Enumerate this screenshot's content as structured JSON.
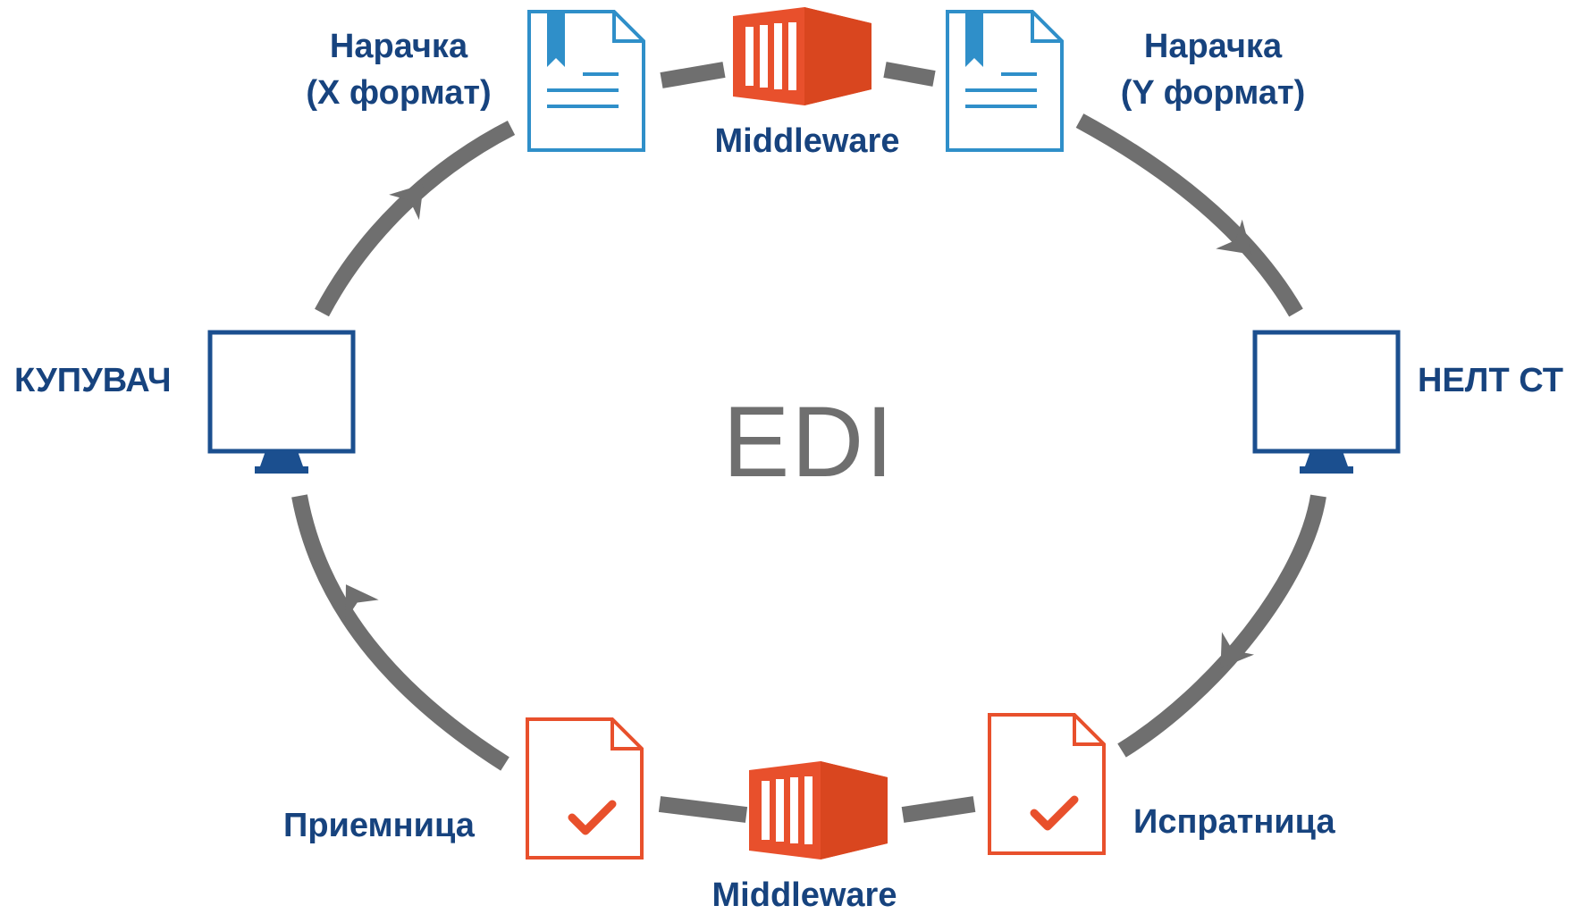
{
  "center_text": "EDI",
  "parties": {
    "buyer": "КУПУВАЧ",
    "seller": "НЕЛТ СТ"
  },
  "documents": {
    "order_x": {
      "line1": "Нарачка",
      "line2": "(X формат)"
    },
    "order_y": {
      "line1": "Нарачка",
      "line2": "(Y формат)"
    },
    "receipt": "Приемница",
    "dispatch": "Испратница"
  },
  "middleware": {
    "top": "Middleware",
    "bottom": "Middleware"
  },
  "colors": {
    "text_blue": "#17437e",
    "doc_blue": "#2f8fc9",
    "monitor_blue": "#1b4f8f",
    "middleware_red": "#e8502c",
    "doc_red": "#e8502c",
    "arrow_gray": "#6f6f6f"
  },
  "icons": {
    "order_docs": "bookmark-document-icon",
    "confirm_docs": "checkmark-document-icon",
    "middleware": "shipping-container-icon",
    "parties": "monitor-icon"
  }
}
